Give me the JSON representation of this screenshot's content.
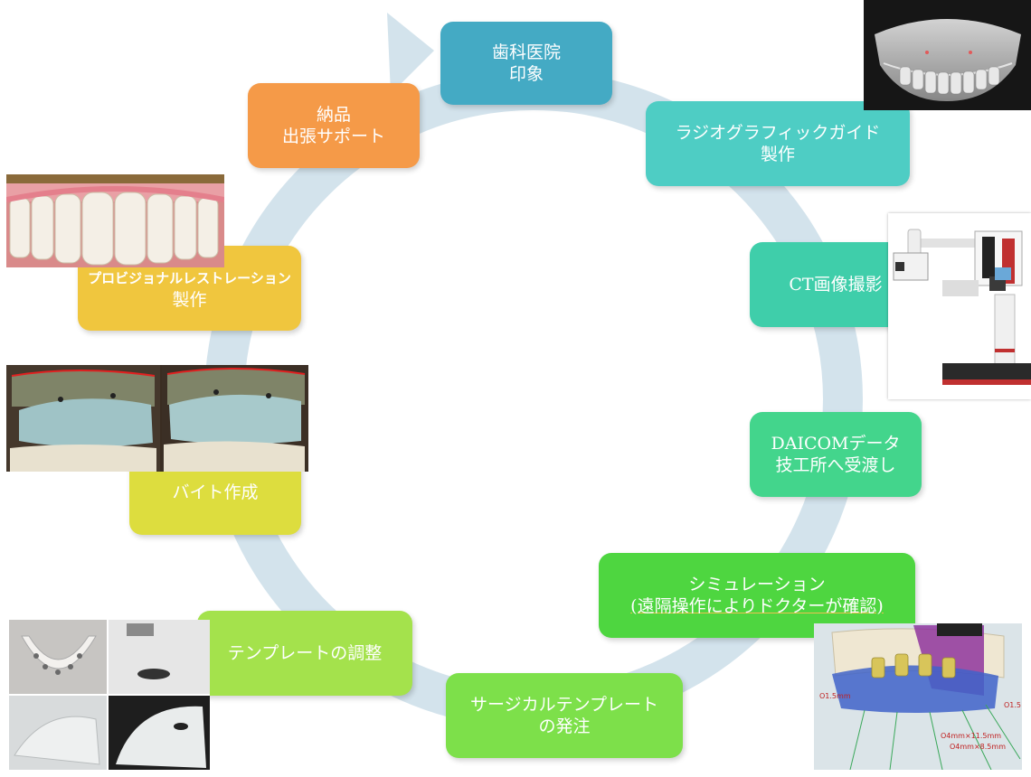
{
  "steps": {
    "impression": {
      "line1": "歯科医院",
      "line2": "印象",
      "color": "#44aac4"
    },
    "radiographic_guide": {
      "line1": "ラジオグラフィックガイド",
      "line2": "製作",
      "color": "#4ecdc4"
    },
    "ct_scan": {
      "line1": "CT画像撮影",
      "color": "#3fceaa"
    },
    "dicom": {
      "line1": "DAICOMデータ",
      "line2": "技工所へ受渡し",
      "color": "#43d58c"
    },
    "simulation": {
      "line1": "シミュレーション",
      "line2": "(遠隔操作によりドクターが確認)",
      "color": "#4ed640"
    },
    "order": {
      "line1": "サージカルテンプレート",
      "line2": "の発注",
      "color": "#7de04a"
    },
    "adjust": {
      "line1": "テンプレートの調整",
      "color": "#a4e24c"
    },
    "bite": {
      "line1": "バイト作成",
      "color": "#dddd3e"
    },
    "provisional": {
      "line1": "プロビジョナルレストレーション",
      "line2": "製作",
      "color": "#f0c63e"
    },
    "delivery": {
      "line1": "納品",
      "line2": "出張サポート",
      "color": "#f59a48"
    }
  },
  "photos": {
    "guide": "clear-guide-photo",
    "ct": "ct-machine-photo",
    "sim": "simulation-screen-photo",
    "template": "surgical-template-photo",
    "bite": "bite-model-photo",
    "teeth": "provisional-teeth-photo"
  },
  "simulation_labels": [
    "O1.5mm",
    "O1.5",
    "O4mm×11.5mm",
    "O4mm×8.5mm"
  ],
  "ring_color": "#d3e3ec"
}
